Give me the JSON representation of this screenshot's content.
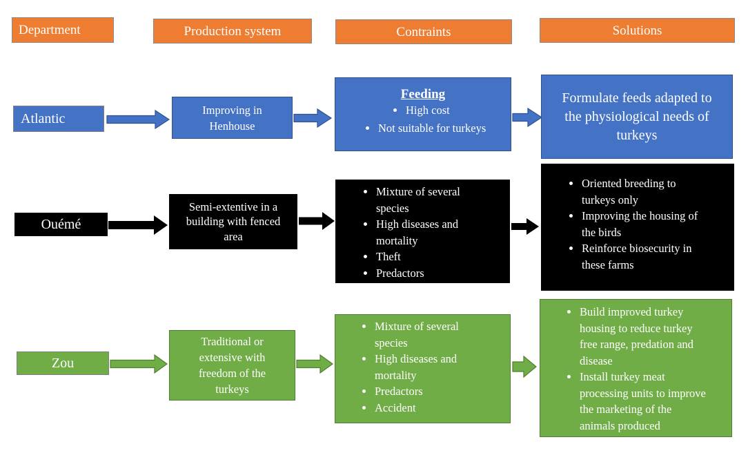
{
  "headers": {
    "department": "Department",
    "production_system": "Production system",
    "constraints": "Contraints",
    "solutions": "Solutions"
  },
  "rows": [
    {
      "department": "Atlantic",
      "production_system": [
        "Improving in",
        "Henhouse"
      ],
      "constraints_title": "Feeding",
      "constraints": [
        "High cost",
        "Not suitable for turkeys"
      ],
      "solution_text": [
        "Formulate feeds adapted to",
        "the physiological needs of",
        "turkeys"
      ]
    },
    {
      "department": "Ouémé",
      "production_system": [
        "Semi-extentive in a",
        "building with fenced",
        "area"
      ],
      "constraints": [
        "Mixture of several",
        "species",
        "High diseases and",
        "mortality",
        "Theft",
        "Predactors"
      ],
      "solutions": [
        "Oriented breeding to",
        "turkeys only",
        "Improving the housing of",
        "the birds",
        "Reinforce biosecurity in",
        "these farms"
      ]
    },
    {
      "department": "Zou",
      "production_system": [
        "Traditional or",
        "extensive with",
        "freedom of the",
        "turkeys"
      ],
      "constraints": [
        "Mixture of several",
        "species",
        "High diseases and",
        "mortality",
        "Predactors",
        "Accident"
      ],
      "solutions": [
        "Build improved turkey",
        "housing to reduce turkey",
        "free range, predation and",
        "disease",
        "Install turkey meat",
        "processing units to improve",
        "the marketing of the",
        "animals produced"
      ]
    }
  ],
  "colors": {
    "header": "#ee7d31",
    "atlantic": "#4472c4",
    "oueme": "#000000",
    "zou": "#70ad47"
  }
}
